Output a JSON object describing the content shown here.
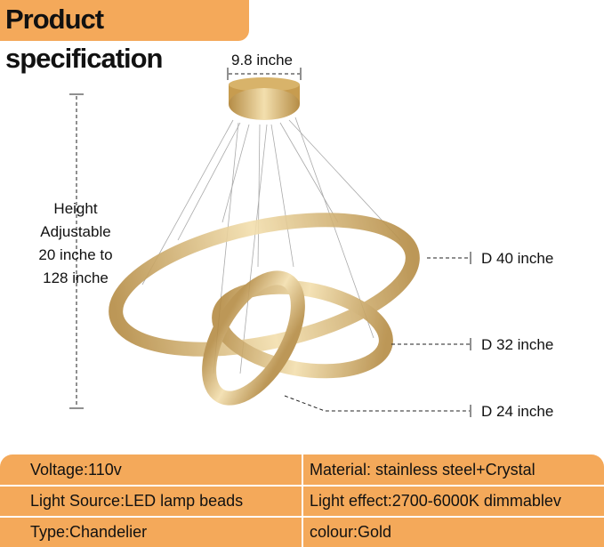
{
  "title": "Product specification",
  "dimensions": {
    "canopy_width": "9.8 inche",
    "height": [
      "Height",
      "Adjustable",
      "20 inche to",
      "128 inche"
    ],
    "ring_large": "D 40 inche",
    "ring_medium": "D 32 inche",
    "ring_small": "D 24 inche"
  },
  "specs": {
    "rows": [
      {
        "left": "Voltage:110v",
        "right": "Material: stainless steel+Crystal"
      },
      {
        "left": "Light Source:LED lamp beads",
        "right": "Light effect:2700-6000K dimmablev"
      },
      {
        "left": "Type:Chandelier",
        "right": "colour:Gold"
      }
    ]
  },
  "colors": {
    "accent": "#f4a95a",
    "gold": "#c9a45a"
  }
}
